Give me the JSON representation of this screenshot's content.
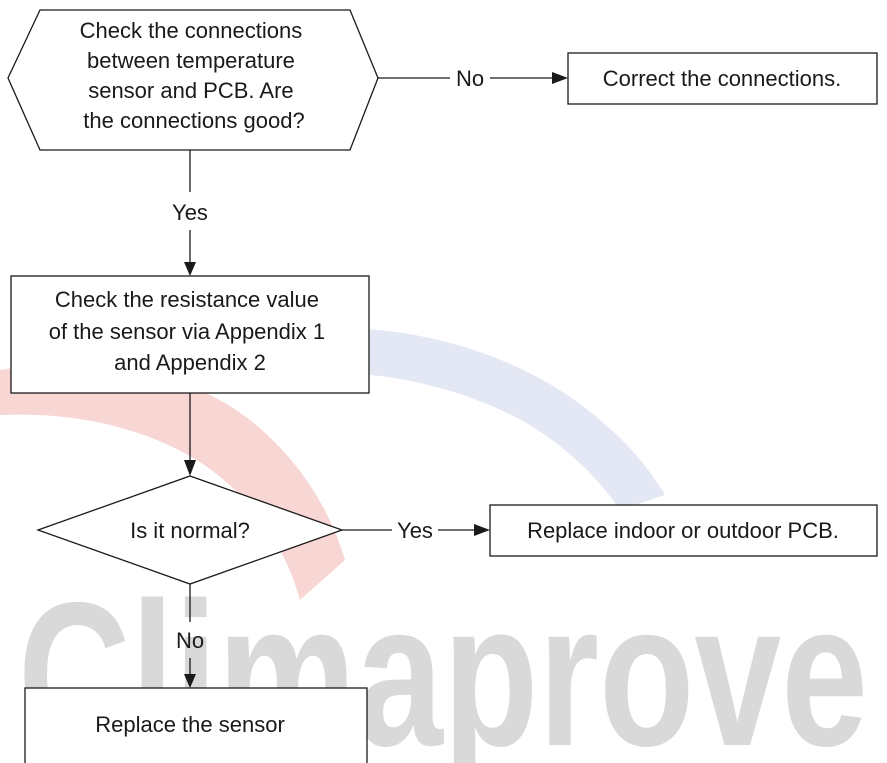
{
  "watermark": {
    "text": "Climaprove",
    "text_color": "#d9d9d9",
    "swoosh_red": "#f7d6d4",
    "swoosh_blue": "#e4e8f4"
  },
  "nodes": {
    "check_connections": {
      "shape": "hexagon",
      "lines": [
        "Check the connections",
        "between temperature",
        "sensor and PCB. Are",
        "the connections good?"
      ]
    },
    "correct_connections": {
      "shape": "rectangle",
      "lines": [
        "Correct the connections."
      ]
    },
    "check_resistance": {
      "shape": "rectangle",
      "lines": [
        "Check the resistance value",
        "of the sensor via Appendix 1",
        "and Appendix 2"
      ]
    },
    "is_normal": {
      "shape": "diamond",
      "lines": [
        "Is it normal?"
      ]
    },
    "replace_pcb": {
      "shape": "rectangle",
      "lines": [
        "Replace indoor or outdoor PCB."
      ]
    },
    "replace_sensor": {
      "shape": "rectangle",
      "lines": [
        "Replace the sensor"
      ]
    }
  },
  "edges": {
    "conn_no": "No",
    "conn_yes": "Yes",
    "normal_yes": "Yes",
    "normal_no": "No"
  }
}
